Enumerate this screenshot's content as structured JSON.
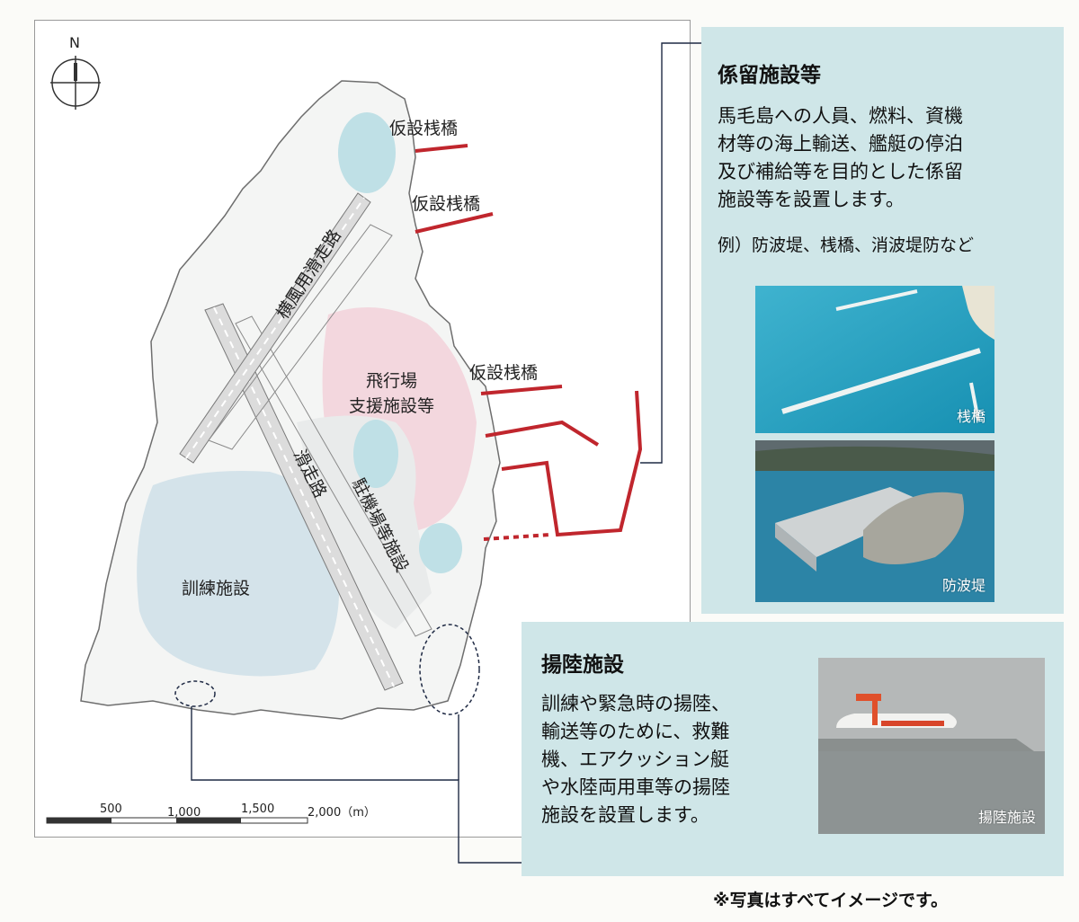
{
  "map": {
    "north_label": "N",
    "labels": {
      "temporary_pier_1": "仮設桟橋",
      "temporary_pier_2": "仮設桟橋",
      "temporary_pier_3": "仮設桟橋",
      "crosswind_runway": "横風用滑走路",
      "airfield_support": "飛行場\n支援施設等",
      "runway": "滑走路",
      "apron": "駐機場等施設",
      "training": "訓練施設"
    },
    "scale": {
      "ticks": [
        "500",
        "1,000",
        "1,500",
        "2,000（m）"
      ]
    },
    "colors": {
      "pier_line": "#c0262d",
      "training_area": "#d4e3ea",
      "support_area": "#f3d7de",
      "pond": "#bfe0e6",
      "leader_line": "#1f2a44"
    }
  },
  "mooring": {
    "title": "係留施設等",
    "body": "馬毛島への人員、燃料、資機\n材等の海上輸送、艦艇の停泊\n及び補給等を目的とした係留\n施設等を設置します。",
    "example": "例）防波堤、桟橋、消波堤防など",
    "photo1_caption": "桟橋",
    "photo2_caption": "防波堤"
  },
  "landing": {
    "title": "揚陸施設",
    "body": "訓練や緊急時の揚陸、\n輸送等のために、救難\n機、エアクッション艇\nや水陸両用車等の揚陸\n施設を設置します。",
    "photo_caption": "揚陸施設"
  },
  "footnote": "※写真はすべてイメージです。"
}
